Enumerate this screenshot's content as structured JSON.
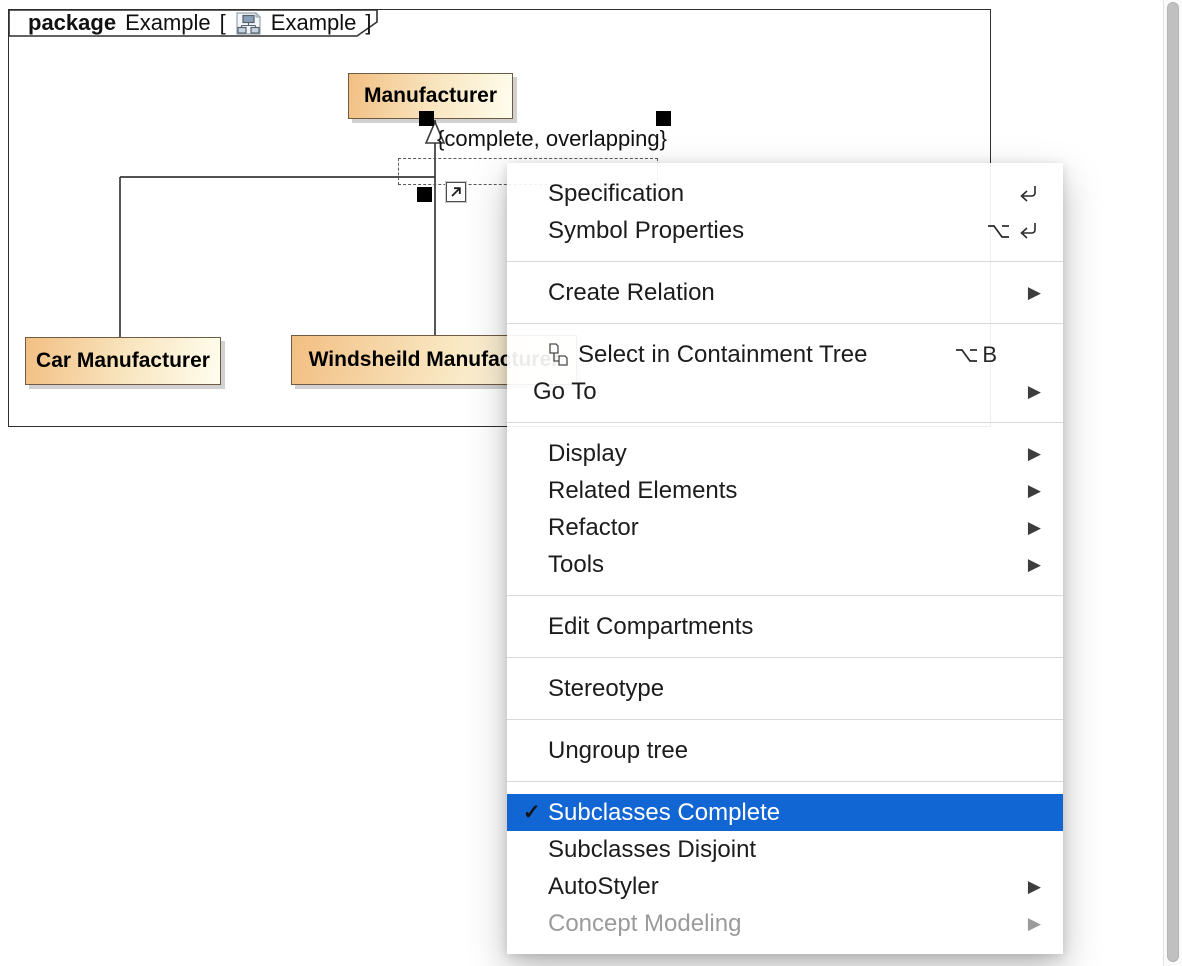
{
  "diagram": {
    "frame": {
      "keyword": "package",
      "package_name": "Example",
      "open_bracket": "[",
      "diagram_name": "Example",
      "close_bracket": "]"
    },
    "classes": [
      {
        "name": "Manufacturer"
      },
      {
        "name": "Car Manufacturer"
      },
      {
        "name": "Windsheild Manufacturer"
      }
    ],
    "generalization_constraint": "{complete, overlapping}"
  },
  "context_menu": {
    "check_glyph": "✓",
    "submenu_glyph": "▶",
    "groups": [
      {
        "items": [
          {
            "label": "Specification",
            "shortcut": "⏎"
          },
          {
            "label": "Symbol Properties",
            "shortcut": "⌥⏎"
          }
        ]
      },
      {
        "items": [
          {
            "label": "Create Relation",
            "submenu": true
          }
        ]
      },
      {
        "items": [
          {
            "label": "Select in Containment Tree",
            "icon": "containment-tree-icon",
            "shortcut": "⌥B",
            "shortcut_key": "B"
          },
          {
            "label": "Go To",
            "submenu": true
          }
        ]
      },
      {
        "items": [
          {
            "label": "Display",
            "submenu": true
          },
          {
            "label": "Related Elements",
            "submenu": true
          },
          {
            "label": "Refactor",
            "submenu": true
          },
          {
            "label": "Tools",
            "submenu": true
          }
        ]
      },
      {
        "items": [
          {
            "label": "Edit Compartments"
          }
        ]
      },
      {
        "items": [
          {
            "label": "Stereotype"
          }
        ]
      },
      {
        "items": [
          {
            "label": "Ungroup tree"
          }
        ]
      },
      {
        "items": [
          {
            "label": "Subclasses Complete",
            "checked": true,
            "highlighted": true
          },
          {
            "label": "Subclasses Disjoint"
          },
          {
            "label": "AutoStyler",
            "submenu": true
          },
          {
            "label": "Concept Modeling",
            "submenu": true,
            "disabled": true
          }
        ]
      }
    ]
  },
  "colors": {
    "menu_highlight": "#1266d4",
    "class_fill_start": "#f2bf83",
    "class_fill_end": "#fffdee",
    "class_border": "#6e5b41",
    "selection_handle": "#000000",
    "menu_separator": "#d9d9d9"
  }
}
